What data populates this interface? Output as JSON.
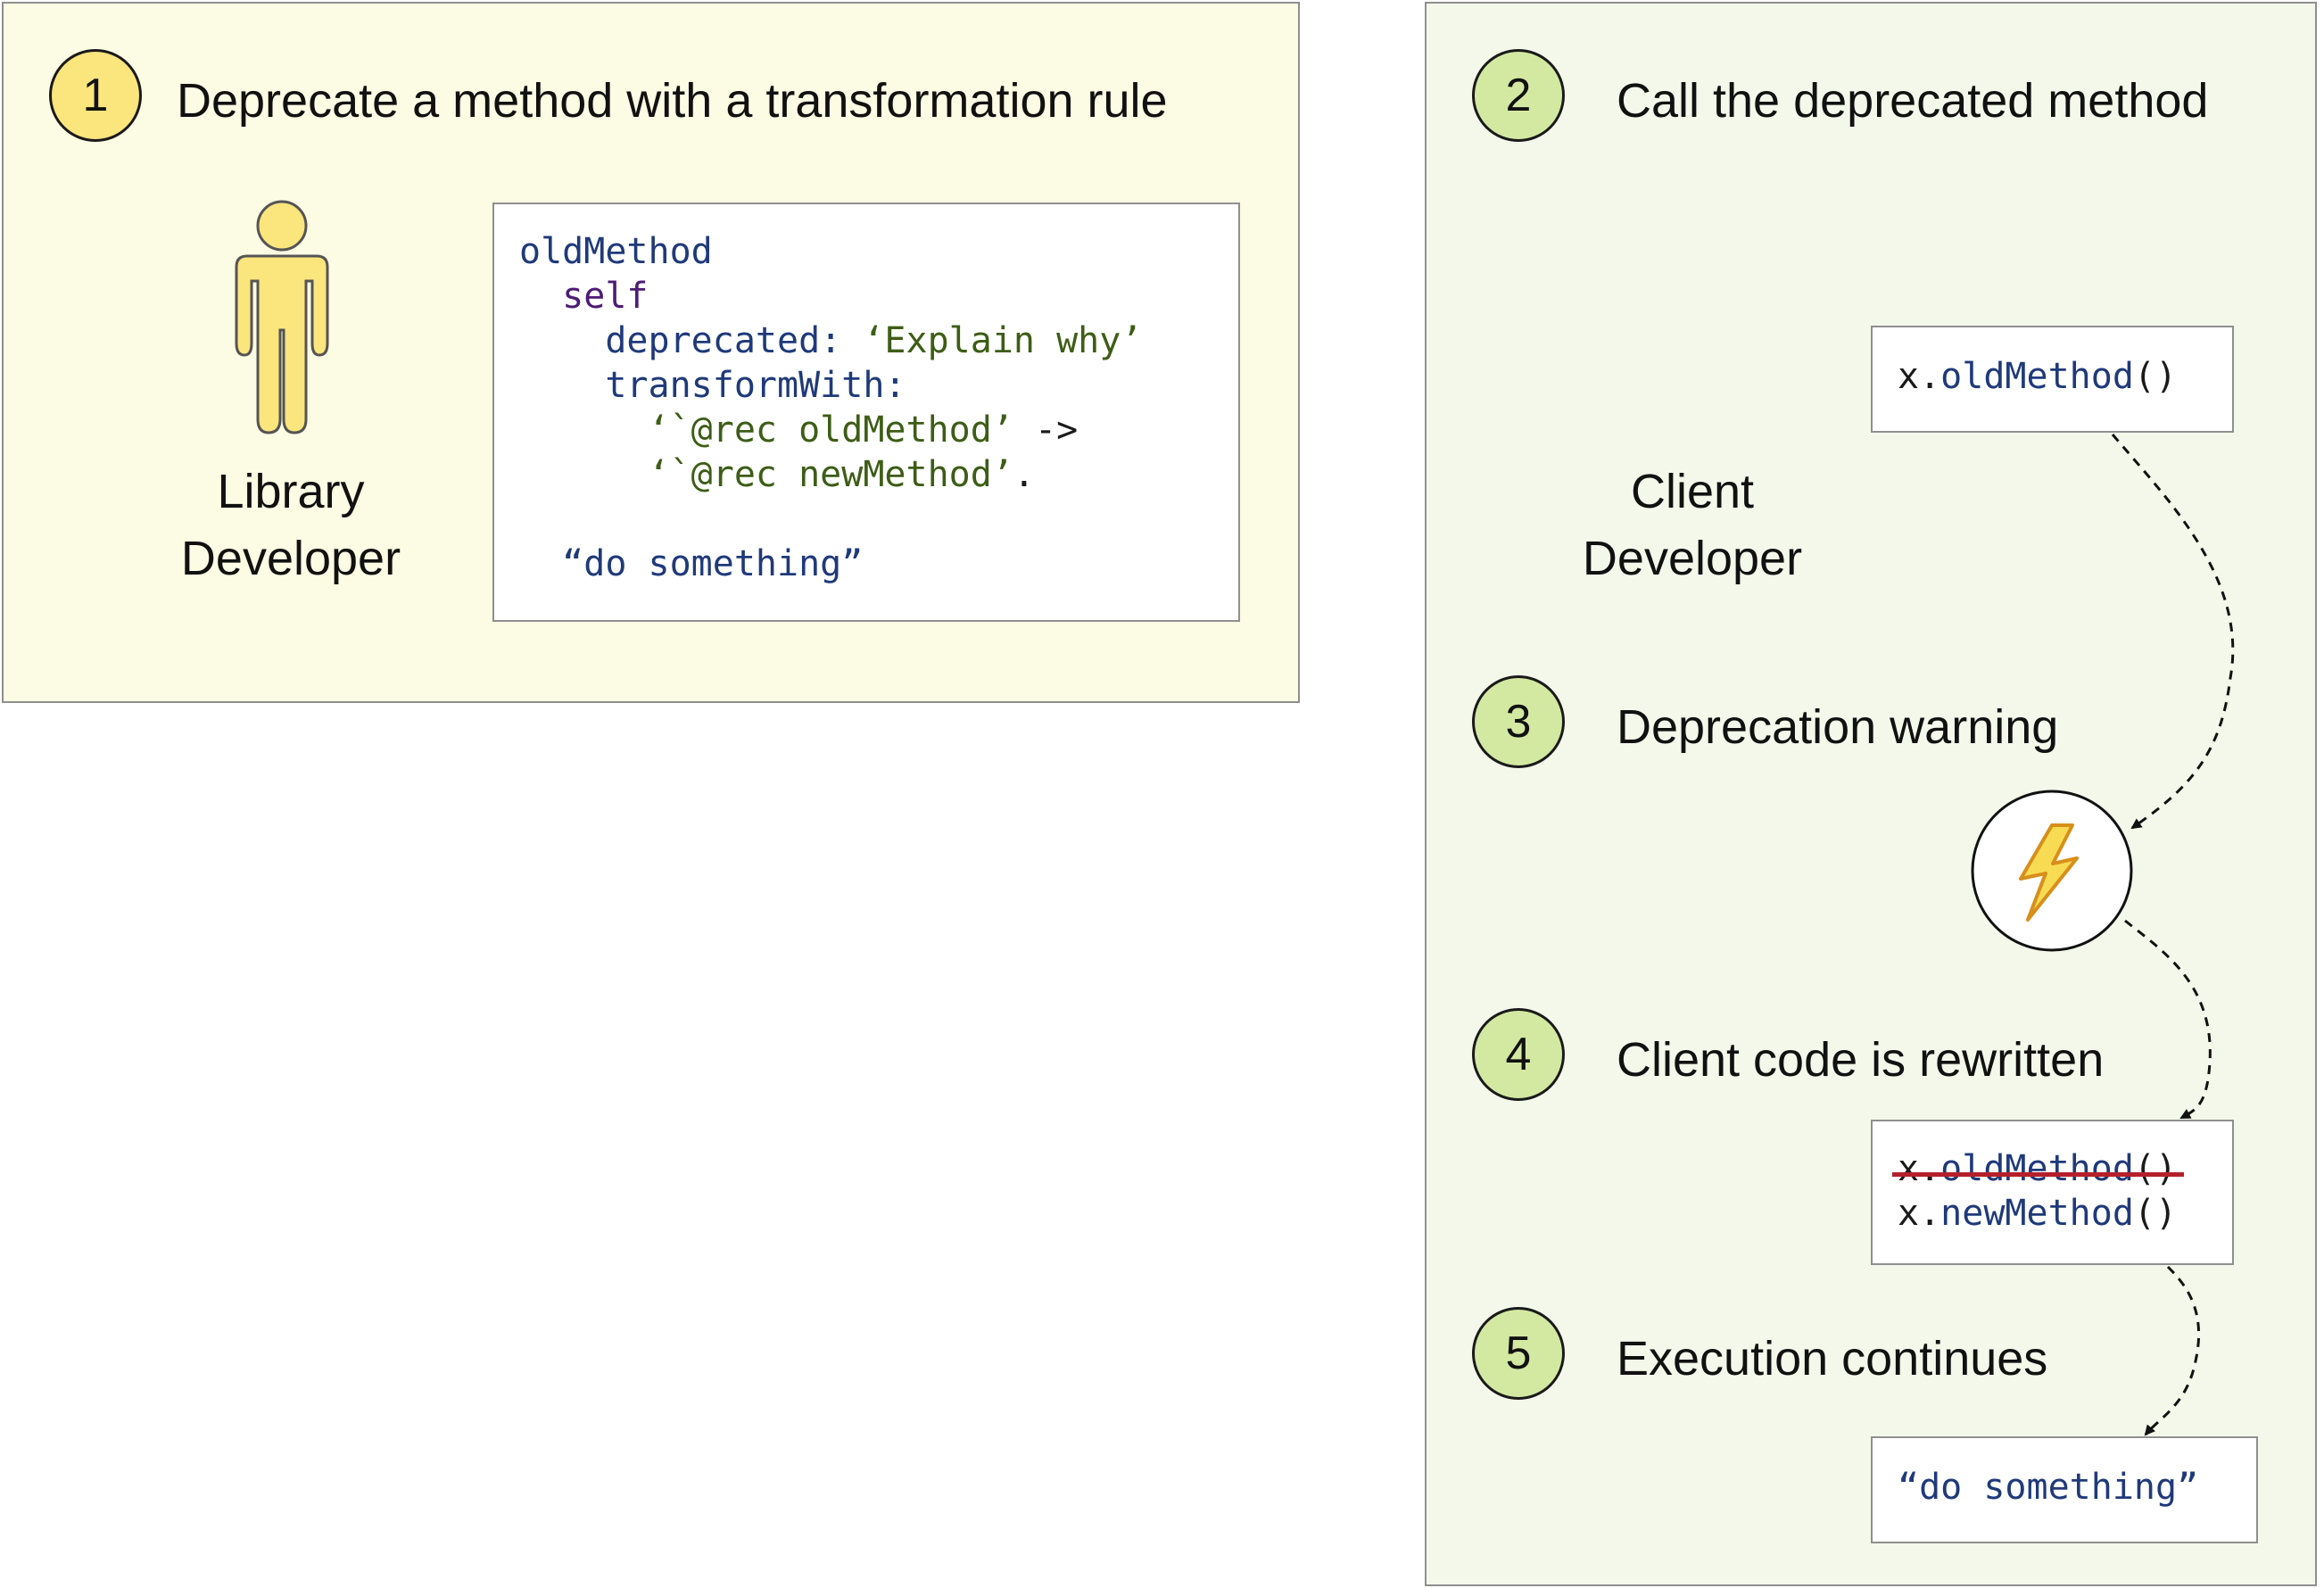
{
  "colors": {
    "left_panel_bg": "#fcfbe3",
    "right_panel_bg": "#f4f8eb",
    "step1_circle": "#fbe57d",
    "step_circles_right": "#d3e9a2",
    "person_library": "#fbe57d",
    "person_client": "#d3e9a2",
    "code_blue": "#1f3a7a",
    "code_purple": "#4d1b76",
    "code_green": "#3d5d16",
    "strike_red": "#b3202b",
    "lightning": "#f7dc53"
  },
  "steps": [
    {
      "number": "1",
      "label": "Deprecate a method with a transformation rule"
    },
    {
      "number": "2",
      "label": "Call the deprecated method"
    },
    {
      "number": "3",
      "label": "Deprecation warning"
    },
    {
      "number": "4",
      "label": "Client code is rewritten"
    },
    {
      "number": "5",
      "label": "Execution continues"
    }
  ],
  "roles": {
    "library_line1": "Library",
    "library_line2": "Developer",
    "client_line1": "Client",
    "client_line2": "Developer"
  },
  "icons": {
    "library_developer": "person-icon",
    "client_developer": "person-icon",
    "warning": "lightning-icon"
  },
  "code_library": {
    "method_name": "oldMethod",
    "receiver": "self",
    "deprecated_kw": "deprecated:",
    "deprecated_msg": "‘Explain why’",
    "transform_kw": "transformWith:",
    "rule_from": "‘`@rec oldMethod’",
    "arrow": "->",
    "rule_to": "‘`@rec newMethod’",
    "period": ".",
    "body": "“do something”"
  },
  "code_call": {
    "receiver": "x.",
    "method": "oldMethod",
    "parens": "()"
  },
  "code_rewritten": {
    "old_receiver": "x.",
    "old_method": "oldMethod",
    "old_parens": "()",
    "new_receiver": "x.",
    "new_method": "newMethod",
    "new_parens": "()"
  },
  "code_result": {
    "text": "“do something”"
  }
}
